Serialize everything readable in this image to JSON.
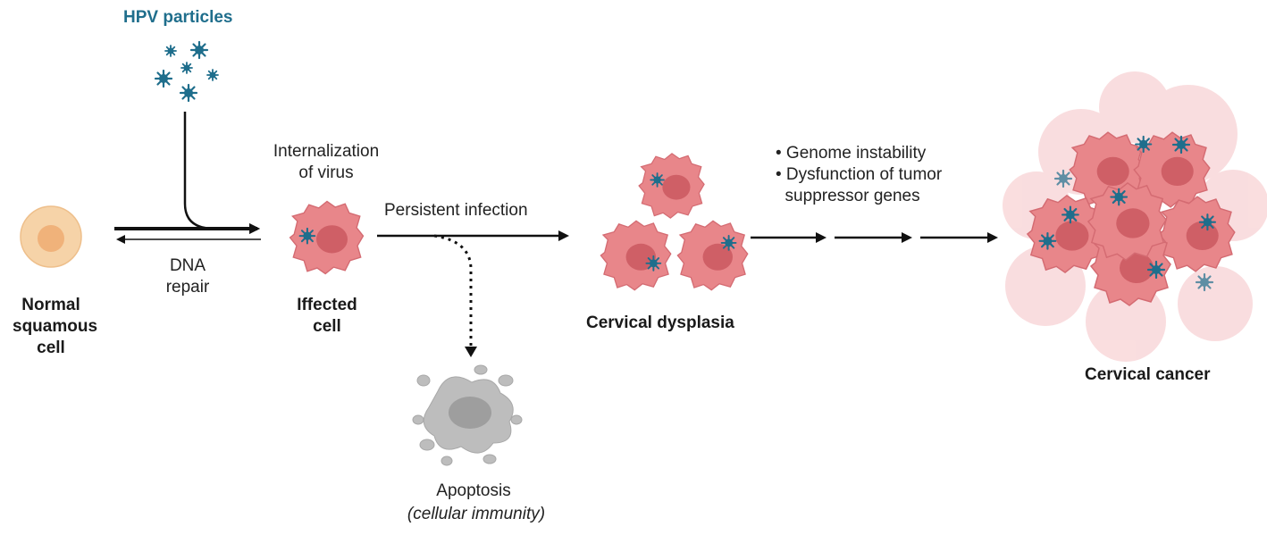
{
  "labels": {
    "hpv_particles": "HPV particles",
    "normal_cell": [
      "Normal",
      "squamous",
      "cell"
    ],
    "dna_repair": [
      "DNA",
      "repair"
    ],
    "internalization": [
      "Internalization",
      "of virus"
    ],
    "infected_cell": [
      "Iffected",
      "cell"
    ],
    "persistent_infection": "Persistent infection",
    "apoptosis": "Apoptosis",
    "cellular_immunity": "(cellular immunity)",
    "cervical_dysplasia": "Cervical dysplasia",
    "factors": [
      "• Genome instability",
      "• Dysfunction of tumor",
      "  suppressor genes"
    ],
    "cervical_cancer": "Cervical cancer"
  },
  "colors": {
    "virus": "#1f6e8c",
    "cell_pink": "#e8868a",
    "cell_nucleus": "#cf5f66",
    "normal_cell_outer": "#f6d3a8",
    "normal_cell_inner": "#f0b27a",
    "apoptosis_gray": "#b7b7b7",
    "arrow": "#111111"
  },
  "icons": [
    "virus-particle-icon",
    "normal-cell-icon",
    "infected-cell-icon",
    "apoptotic-cell-icon",
    "dysplastic-cell-icon",
    "tumor-mass-icon"
  ]
}
